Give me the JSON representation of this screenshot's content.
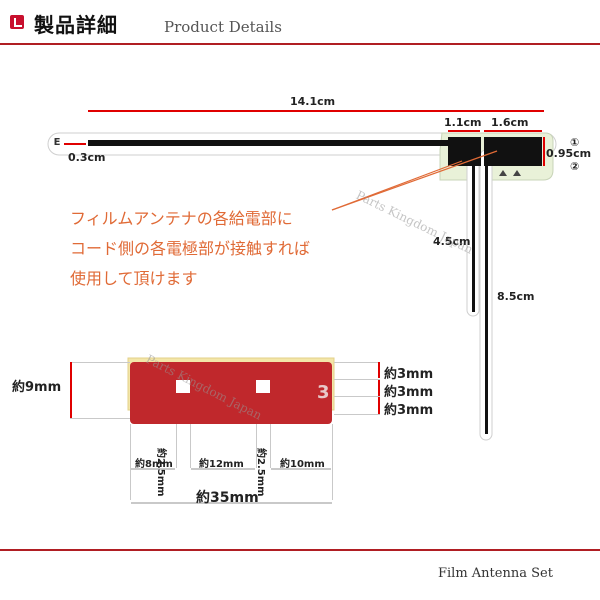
{
  "header": {
    "title": "製品詳細",
    "subtitle": "Product Details"
  },
  "footer": {
    "text": "Film Antenna Set"
  },
  "antenna": {
    "length_total": "14.1cm",
    "width_left": "0.3cm",
    "pad_width_1": "1.1cm",
    "pad_width_2": "1.6cm",
    "pad_height": "0.95cm",
    "leg_1": "4.5cm",
    "leg_2": "8.5cm",
    "marker_left": "E",
    "marker_1": "①",
    "marker_2": "②"
  },
  "note": {
    "lines": [
      "フィルムアンテナの各給電部に",
      "コード側の各電極部が接触すれば",
      "使用して頂けます"
    ]
  },
  "tape": {
    "height": "約9mm",
    "rows": [
      "約3mm",
      "約3mm",
      "約3mm"
    ],
    "hole_1": "約2.5mm",
    "hole_2": "約2.5mm",
    "seg_1": "約8mm",
    "seg_2": "約12mm",
    "seg_3": "約10mm",
    "total": "約35mm",
    "badge": "3"
  },
  "watermark": "Parts Kingdom Japan",
  "colors": {
    "accent": "#b01e23",
    "dimension_red": "#e00000",
    "note_orange": "#e06a36",
    "tape_red": "#c0282c",
    "film_green": "#e9f1d8"
  }
}
